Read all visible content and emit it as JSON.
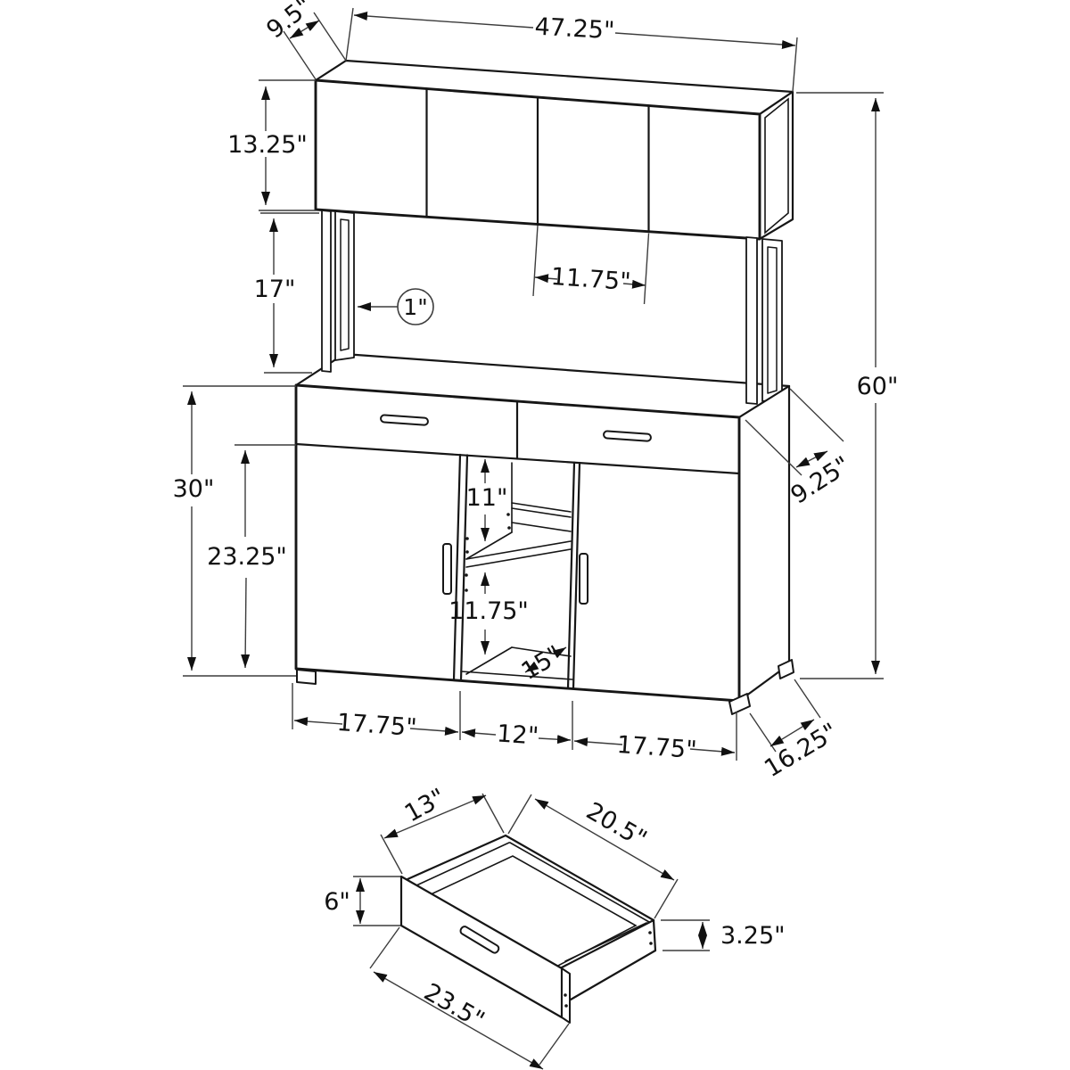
{
  "colors": {
    "line": "#161616",
    "dimension_line": "#3c3c3c",
    "background": "#ffffff"
  },
  "dims": {
    "hutch_depth": "9.5\"",
    "hutch_width": "47.25\"",
    "hutch_height": "13.25\"",
    "hutch_opening_height": "17\"",
    "frame_thickness": "1\"",
    "hutch_door_width": "11.75\"",
    "overall_height": "60\"",
    "frame_depth": "9.25\"",
    "desk_height": "30\"",
    "door_height": "23.25\"",
    "upper_shelf_height": "11\"",
    "lower_shelf_height": "11.75\"",
    "shelf_depth": "15\"",
    "left_door_width": "17.75\"",
    "center_section_width": "12\"",
    "right_door_width": "17.75\"",
    "desk_depth": "16.25\"",
    "drawer_side_depth": "13\"",
    "drawer_back_width": "20.5\"",
    "drawer_front_height": "6\"",
    "drawer_side_height": "3.25\"",
    "drawer_front_width": "23.5\""
  }
}
